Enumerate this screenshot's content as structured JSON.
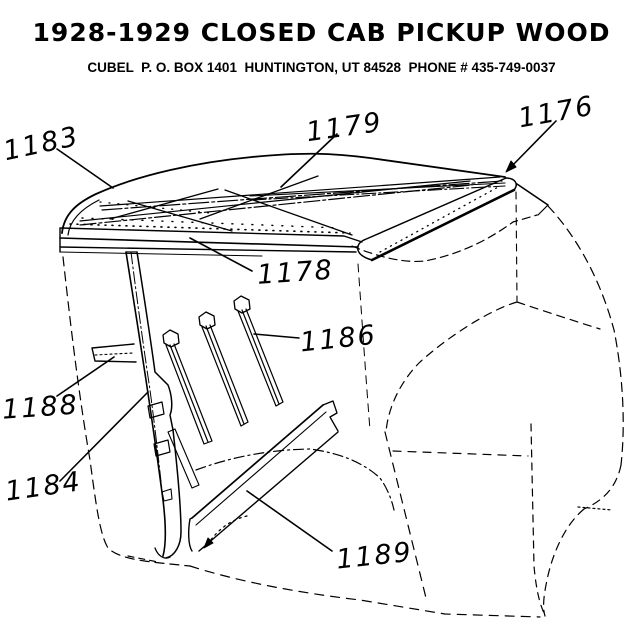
{
  "page": {
    "title": "1928-1929 CLOSED CAB PICKUP WOOD",
    "subtitle": "CUBEL  P. O. BOX 1401  HUNTINGTON, UT 84528  PHONE # 435-749-0037"
  },
  "diagram": {
    "part_numbers": [
      "1183",
      "1179",
      "1176",
      "1178",
      "1186",
      "1188",
      "1184",
      "1189"
    ]
  },
  "colors": {
    "ink": "#000000",
    "paper": "#ffffff"
  }
}
